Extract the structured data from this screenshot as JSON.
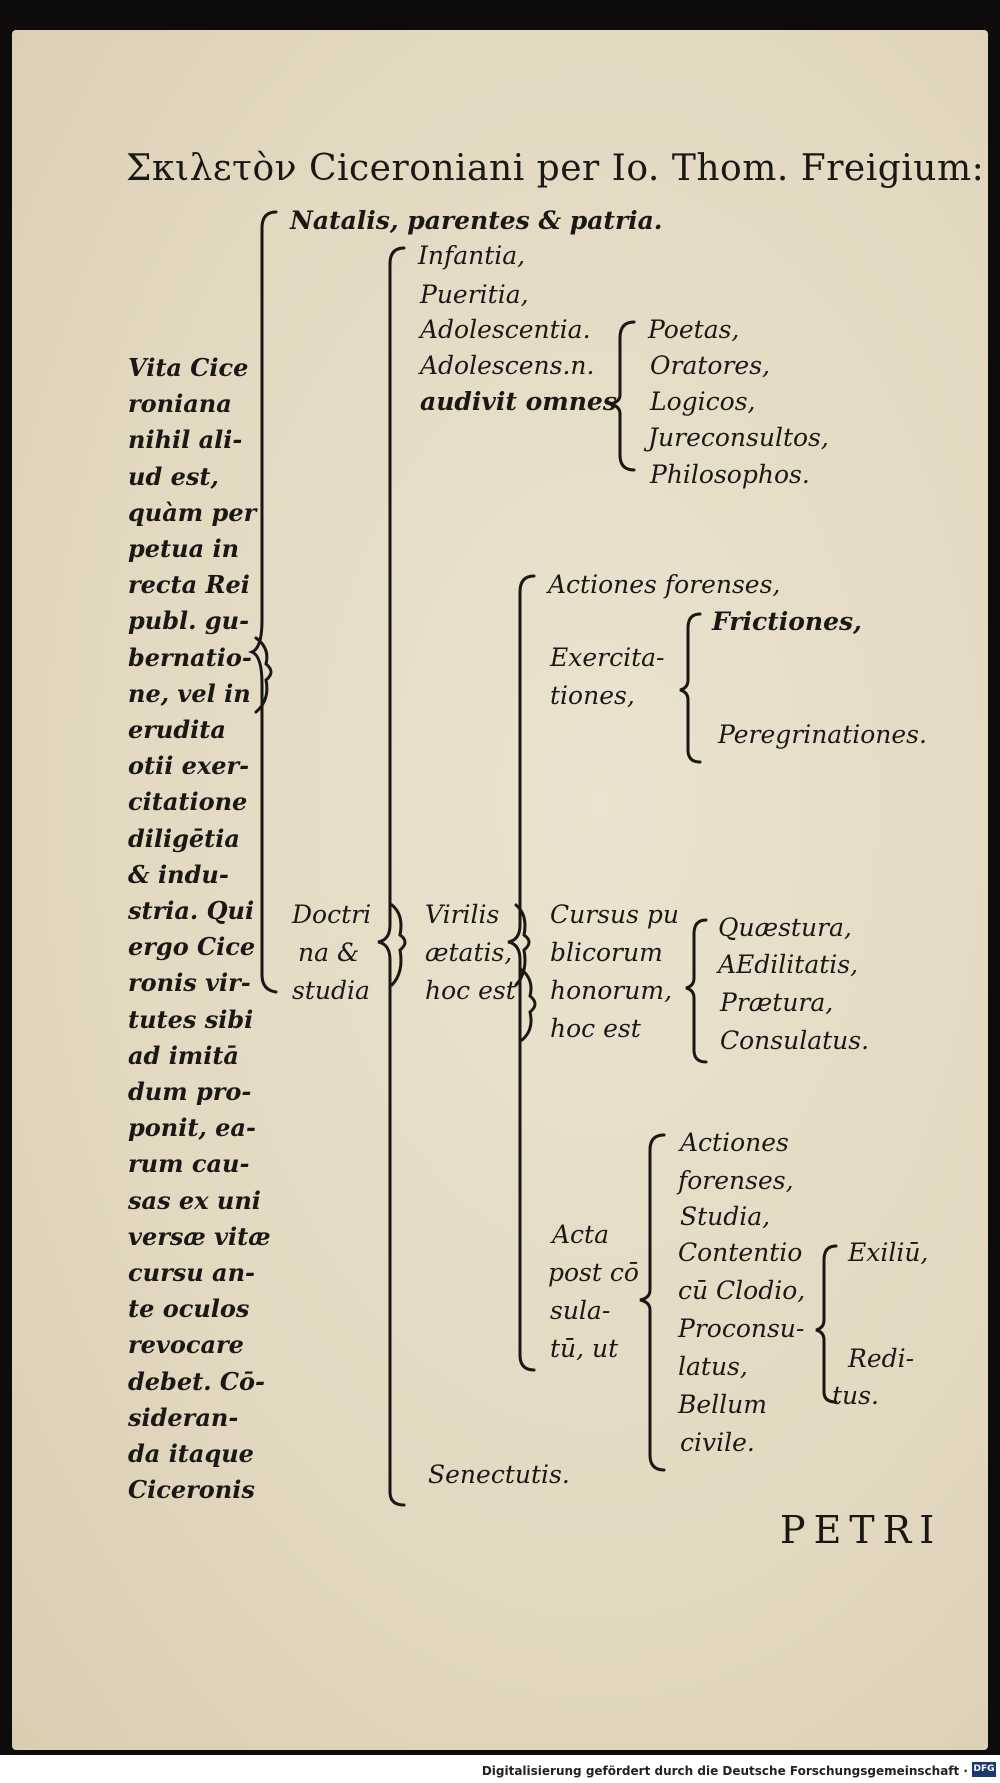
{
  "page": {
    "header": "Σκιλετὸν Ciceroniani per Io. Thom. Freigium:",
    "catchword": "PETRI",
    "credit": "Digitalisierung gefördert durch die Deutsche Forschungsgemeinschaft ·",
    "logo": "DFG"
  },
  "left_column": [
    "Vita Cice",
    "roniana",
    "nihil ali-",
    "ud est,",
    "quàm per",
    "petua in",
    "recta Rei",
    "publ. gu-",
    "bernatio-",
    "ne, vel in",
    "erudita",
    "otii exer-",
    "citatione",
    "diligētia",
    "& indu-",
    "stria. Qui",
    "ergo Cice",
    "ronis vir-",
    "tutes sibi",
    "ad imitā",
    "dum pro-",
    "ponit, ea-",
    "rum cau-",
    "sas ex uni",
    "versæ vitæ",
    "cursu an-",
    "te oculos",
    "revocare",
    "debet. Cō-",
    "sideran-",
    "da itaque",
    "Ciceronis"
  ],
  "tree": {
    "natalis": "Natalis, parentes & patria.",
    "infantia": "Infantia,",
    "pueritia": "Pueritia,",
    "adolescentia": "Adolescentia.",
    "adolescens": "Adolescens.n.",
    "audivit": "audivit omnes",
    "audivit_list": [
      "Poetas,",
      "Oratores,",
      "Logicos,",
      "Jureconsultos,",
      "Philosophos."
    ],
    "actiones_forenses": "Actiones forenses,",
    "exercitationes": [
      "Exercita-",
      "tiones,"
    ],
    "exercitationes_list": [
      "Frictiones,",
      "Peregrinationes."
    ],
    "doctrina": [
      "Doctri",
      "na &",
      "studia"
    ],
    "virilis": [
      "Virilis",
      "ætatis,",
      "hoc est"
    ],
    "cursus": [
      "Cursus pu",
      "blicorum",
      "honorum,",
      "hoc est"
    ],
    "cursus_list": [
      "Quæstura,",
      "AEdilitatis,",
      "Prætura,",
      "Consulatus."
    ],
    "acta": [
      "Acta",
      "post cō",
      "sula-",
      "tū, ut"
    ],
    "acta_list": [
      "Actiones",
      "forenses,",
      "Studia,",
      "Contentio",
      "cū Clodio,",
      "Proconsu-",
      "latus,",
      "Bellum",
      "civile."
    ],
    "exilium": "Exiliū,",
    "reditus": [
      "Redi-",
      "tus."
    ],
    "senectutis": "Senectutis."
  }
}
